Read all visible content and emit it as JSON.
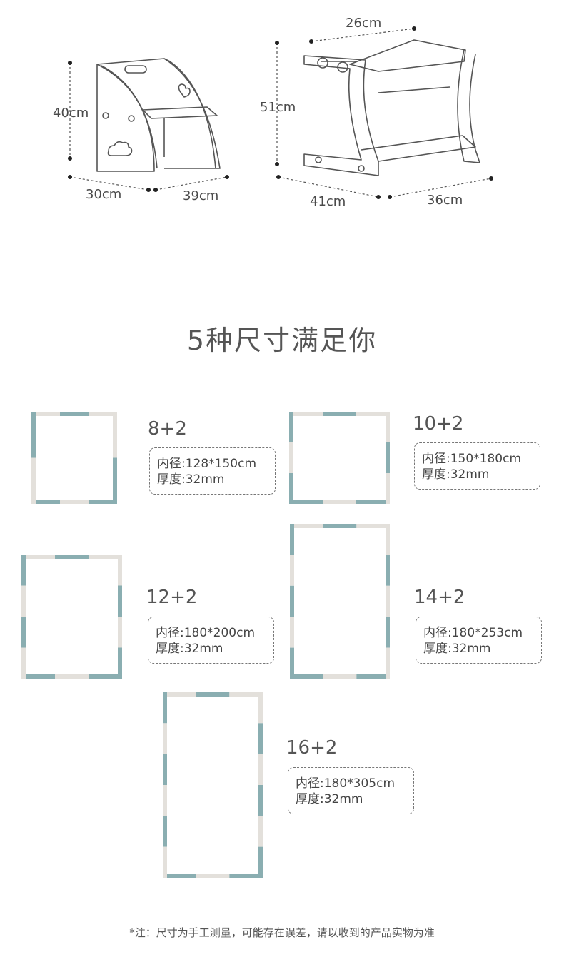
{
  "colors": {
    "teal": "#8aaeb1",
    "beige": "#e3e0db",
    "line": "#555555"
  },
  "chair_dimensions": {
    "small": {
      "height": "40cm",
      "width": "30cm",
      "depth": "39cm"
    },
    "large": {
      "top": "26cm",
      "height": "51cm",
      "width": "41cm",
      "depth": "36cm"
    }
  },
  "heading": "5种尺寸满足你",
  "sizes": [
    {
      "label": "8+2",
      "inner": "内径:128*150cm",
      "thickness": "厚度:32mm"
    },
    {
      "label": "10+2",
      "inner": "内径:150*180cm",
      "thickness": "厚度:32mm"
    },
    {
      "label": "12+2",
      "inner": "内径:180*200cm",
      "thickness": "厚度:32mm"
    },
    {
      "label": "14+2",
      "inner": "内径:180*253cm",
      "thickness": "厚度:32mm"
    },
    {
      "label": "16+2",
      "inner": "内径:180*305cm",
      "thickness": "厚度:32mm"
    }
  ],
  "note": "*注：尺寸为手工测量，可能存在误差，请以收到的产品实物为准"
}
